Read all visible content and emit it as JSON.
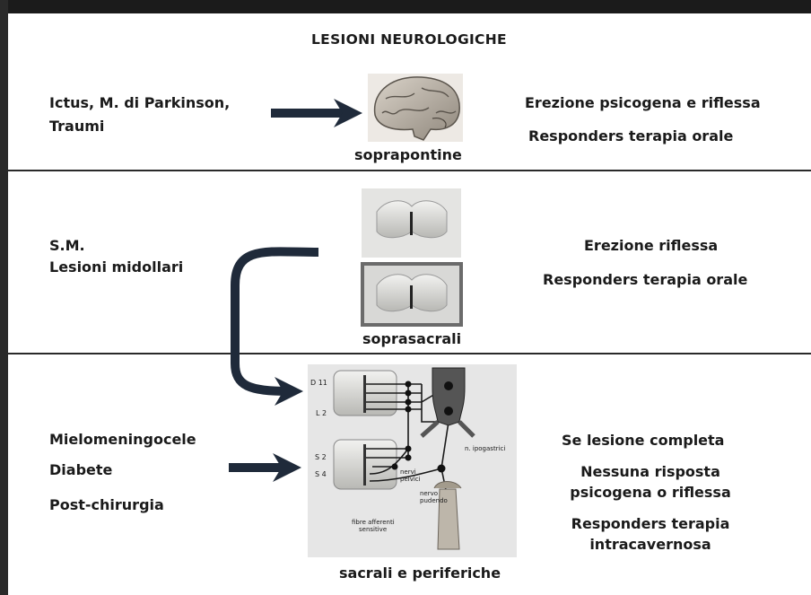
{
  "title": "LESIONI NEUROLOGICHE",
  "rows": [
    {
      "causes": [
        "Ictus, M. di Parkinson,",
        "Traumi"
      ],
      "level_label": "soprapontine",
      "effects": [
        "Erezione psicogena e riflessa",
        "Responders terapia orale"
      ]
    },
    {
      "causes": [
        "S.M.",
        "Lesioni midollari"
      ],
      "level_label": "soprasacrali",
      "effects": [
        "Erezione riflessa",
        "Responders terapia orale"
      ]
    },
    {
      "causes": [
        "Mielomeningocele",
        "Diabete",
        "Post-chirurgia"
      ],
      "level_label": "sacrali e periferiche",
      "effects": [
        "Se lesione completa",
        "Nessuna risposta",
        "psicogena o riflessa",
        "Responders terapia",
        "intracavernosa"
      ]
    }
  ],
  "diagram_labels": {
    "d11": "D 11",
    "l2": "L 2",
    "s2": "S 2",
    "s4": "S 4",
    "ipogastrici": "n. ipogastrici",
    "pelvici": [
      "nervi",
      "pelvici"
    ],
    "pudendo": [
      "nervo",
      "pudendo"
    ],
    "afferenti": [
      "fibre afferenti",
      "sensitive"
    ]
  }
}
